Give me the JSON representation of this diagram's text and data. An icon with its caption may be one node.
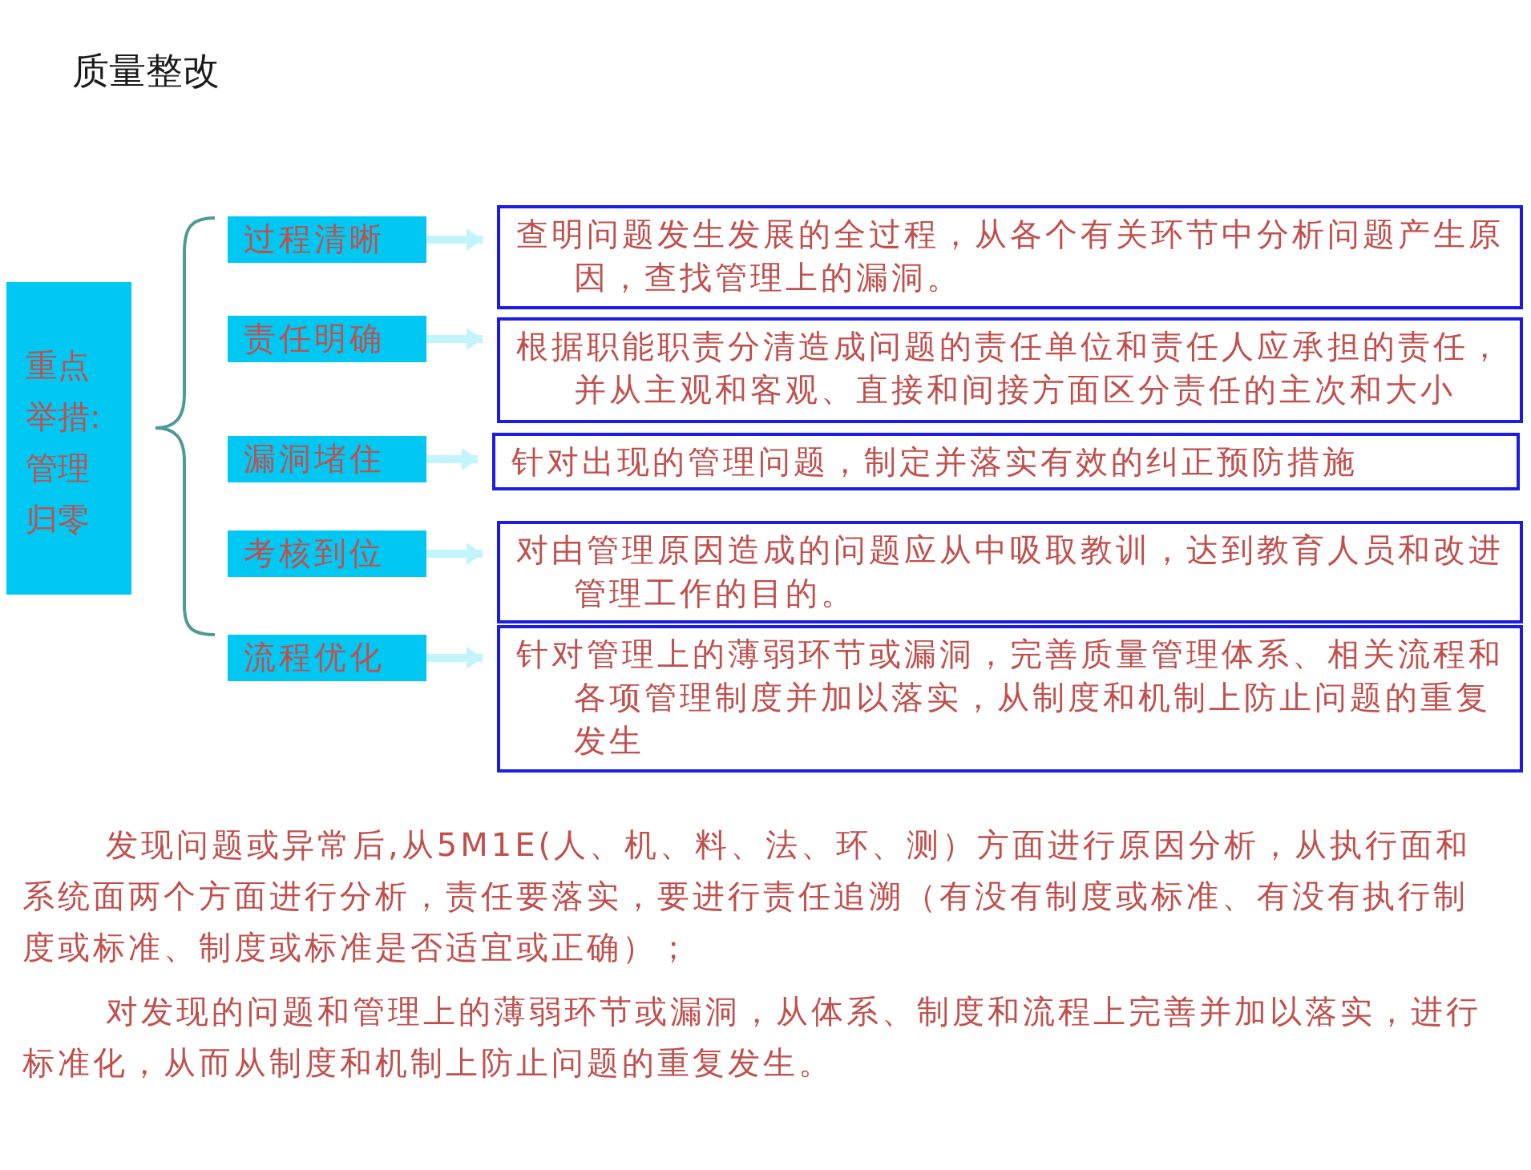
{
  "diagram": {
    "title": "质量整改",
    "nodes": [
      {
        "text": [
          "重点举措:管理归零"
        ]
      },
      {
        "text": [
          "过程清晰"
        ]
      },
      {
        "text": [
          "查明问题发生发展的全过程，从各个有关环节中分析问题产生原因，查找管理上的漏洞。"
        ]
      },
      {
        "text": [
          "责任明确"
        ]
      },
      {
        "text": [
          "根据职能职责分清造成问题的责任单位和责任人应承担的责任，并从主观和客观、直接和间接方面区分责任的主次和大小"
        ]
      },
      {
        "text": [
          "漏洞堵住"
        ]
      },
      {
        "text": [
          "针对出现的管理问题，制定并落实有效的纠正预防措施"
        ]
      },
      {
        "text": [
          "考核到位"
        ]
      },
      {
        "text": [
          "对由管理原因造成的问题应从中吸取教训，达到教育人员和改进管理工作的目的。"
        ]
      },
      {
        "text": [
          "流程优化"
        ]
      },
      {
        "text": [
          "针对管理上的薄弱环节或漏洞，完善质量管理体系、相关流程和各项管理制度并加以落实，从制度和机制上防止问题的重复发生"
        ]
      }
    ],
    "edges": [
      {
        "from": 1,
        "to": 2,
        "arrow": "to"
      },
      {
        "from": 3,
        "to": 4,
        "arrow": "to"
      },
      {
        "from": 5,
        "to": 6,
        "arrow": "to"
      },
      {
        "from": 7,
        "to": 8,
        "arrow": "to"
      },
      {
        "from": 9,
        "to": 10,
        "arrow": "to"
      }
    ],
    "labels": [
      "发现问题或异常后,从5M1E(人、机、料、法、环、测）方面进行原因分析，从执行面和系统面两个方面进行分析，责任要落实，要进行责任追溯（有没有制度或标准、有没有执行制度或标准、制度或标准是否适宜或正确）；",
      "对发现的问题和管理上的薄弱环节或漏洞，从体系、制度和流程上完善并加以落实，进行标准化，从而从制度和机制上防止问题的重复发生。"
    ]
  }
}
